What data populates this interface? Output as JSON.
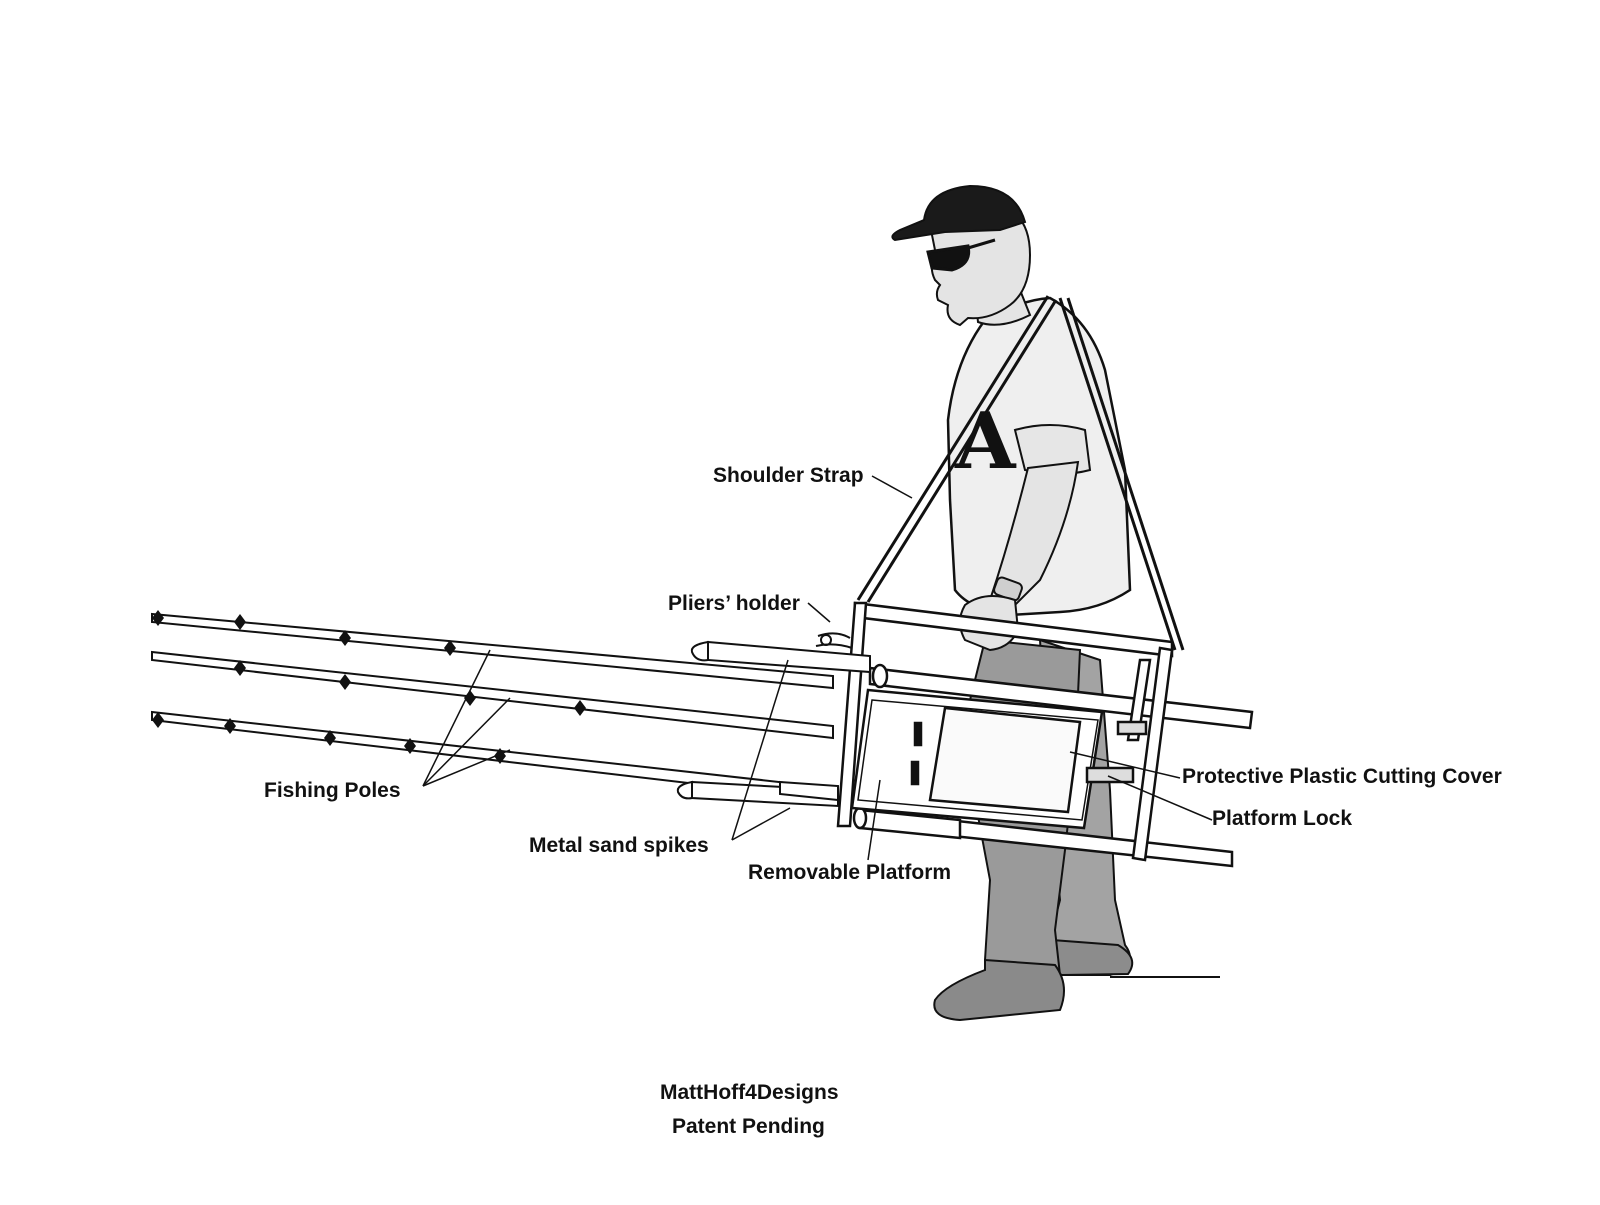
{
  "labels": {
    "shoulder_strap": "Shoulder Strap",
    "pliers_holder": "Pliers’ holder",
    "fishing_poles": "Fishing Poles",
    "metal_sand_spikes": "Metal sand spikes",
    "removable_platform": "Removable Platform",
    "protective_cover": "Protective Plastic Cutting Cover",
    "platform_lock": "Platform Lock"
  },
  "credit": {
    "designer": "MattHoff4Designs",
    "status": "Patent Pending"
  },
  "shirt_mark": "A",
  "colors": {
    "ink": "#111111",
    "shirt": "#efefef",
    "pants": "#9a9a9a",
    "skin": "#e4e4e4",
    "cap": "#1a1a1a",
    "background": "#ffffff"
  }
}
